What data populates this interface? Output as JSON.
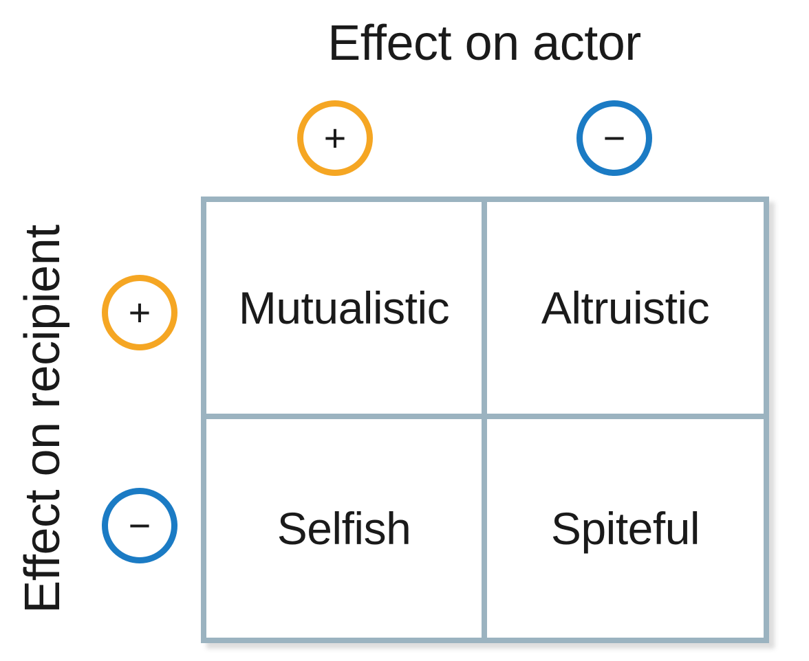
{
  "axes": {
    "top_title": "Effect on actor",
    "left_title": "Effect on recipient"
  },
  "columns": [
    {
      "sign": "+",
      "color": "#f5a623"
    },
    {
      "sign": "−",
      "color": "#1b7bc4"
    }
  ],
  "rows": [
    {
      "sign": "+",
      "color": "#f5a623"
    },
    {
      "sign": "−",
      "color": "#1b7bc4"
    }
  ],
  "cells": {
    "actor_plus_recipient_plus": "Mutualistic",
    "actor_minus_recipient_plus": "Altruistic",
    "actor_plus_recipient_minus": "Selfish",
    "actor_minus_recipient_minus": "Spiteful"
  },
  "colors": {
    "positive": "#f5a623",
    "negative": "#1b7bc4",
    "grid_line": "#9bb3c0"
  }
}
